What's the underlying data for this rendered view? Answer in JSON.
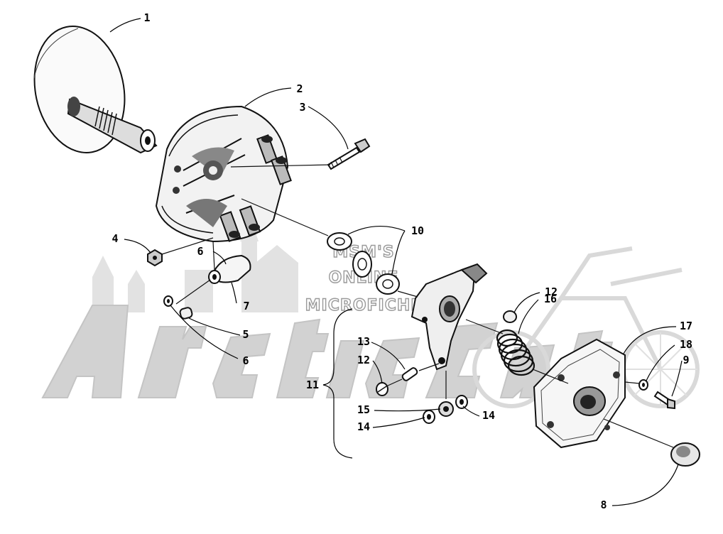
{
  "watermark": {
    "brand": "ArcticCat",
    "lines": [
      "MSM'S",
      "ONLINE",
      "MICROFICHE"
    ],
    "color": "#d2d2d2"
  },
  "callouts": [
    "1",
    "2",
    "3",
    "4",
    "5",
    "6",
    "6",
    "7",
    "8",
    "9",
    "10",
    "11",
    "12",
    "12",
    "13",
    "14",
    "14",
    "15",
    "16",
    "17",
    "18"
  ],
  "parts": [
    "drive-sheave",
    "movable-sheave",
    "bolt",
    "nut",
    "roller",
    "washer",
    "washer",
    "weight-arm",
    "cap",
    "bolt",
    "shim-washers",
    "spider-assembly",
    "button",
    "button",
    "pin",
    "washer",
    "washer",
    "bushing",
    "spring",
    "cover",
    "lock-washer"
  ]
}
